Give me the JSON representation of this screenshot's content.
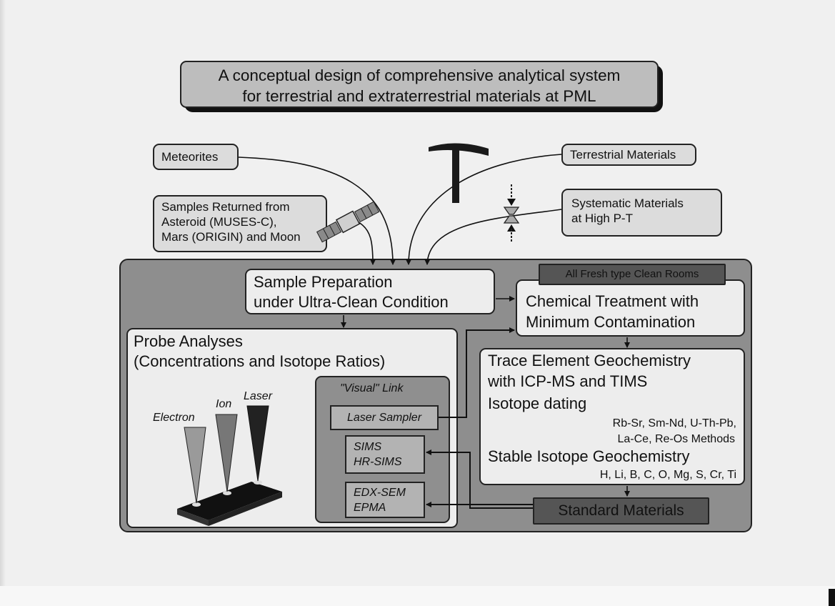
{
  "title": {
    "line1": "A conceptual design of comprehensive analytical system",
    "line2": "for terrestrial and extraterrestrial materials at PML"
  },
  "inputs": {
    "meteorites": "Meteorites",
    "returned_line1": "Samples Returned from",
    "returned_line2": "Asteroid (MUSES-C),",
    "returned_line3": "Mars (ORIGIN) and Moon",
    "terrestrial": "Terrestrial Materials",
    "systematic_line1": "Systematic Materials",
    "systematic_line2": "at High P-T"
  },
  "prep": {
    "line1": "Sample Preparation",
    "line2": "under Ultra-Clean Condition"
  },
  "clean_rooms": "All Fresh type Clean Rooms",
  "chemical": {
    "line1": "Chemical Treatment with",
    "line2": "Minimum Contamination"
  },
  "probe": {
    "line1": "Probe Analyses",
    "line2": "(Concentrations and Isotope Ratios)",
    "electron": "Electron",
    "ion": "Ion",
    "laser": "Laser"
  },
  "visual": {
    "label": "\"Visual\" Link",
    "laser_sampler": "Laser Sampler",
    "sims_line1": "SIMS",
    "sims_line2": "HR-SIMS",
    "edx_line1": "EDX-SEM",
    "edx_line2": "EPMA"
  },
  "trace": {
    "line1": "Trace Element Geochemistry",
    "line2": "with ICP-MS and TIMS",
    "line3": "Isotope dating",
    "methods1": "Rb-Sr, Sm-Nd, U-Th-Pb,",
    "methods2": "La-Ce, Re-Os Methods",
    "stable": "Stable Isotope Geochemistry",
    "elements": "H, Li, B, C, O, Mg, S, Cr, Ti"
  },
  "standard": "Standard Materials",
  "colors": {
    "main_panel": "#8e8e8e",
    "box_light": "#ededed",
    "box_dark": "#555555",
    "title_fill": "#bdbdbd"
  }
}
